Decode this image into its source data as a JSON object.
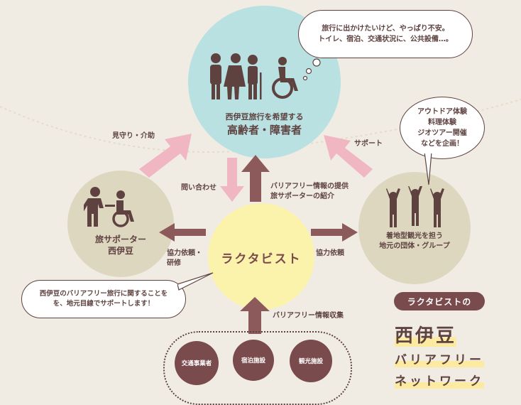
{
  "center": {
    "name": "ラクタビスト"
  },
  "top": {
    "line1": "西伊豆旅行を希望する",
    "line2": "高齢者・障害者",
    "bubble_line1": "旅行に出かけたいけど、やっぱり不安。",
    "bubble_line2": "トイレ、宿泊、交通状況に、公共設備…。"
  },
  "left": {
    "line1": "旅サポーター",
    "line2": "西伊豆"
  },
  "right": {
    "line1": "着地型観光を担う",
    "line2": "地元の団体・グループ",
    "bubble": [
      "アウトドア体験",
      "料理体験",
      "ジオツアー開催",
      "などを企画！"
    ]
  },
  "arrows": {
    "watch": "見守り・介助",
    "support": "サポート",
    "inquiry": "問い合わせ",
    "info1": "バリアフリー情報の提供",
    "info2": "旅サポーターの紹介",
    "coop_left1": "協力依頼・",
    "coop_left2": "研修",
    "coop_right": "協力依頼",
    "collect": "バリアフリー情報収集"
  },
  "bottom_bubble": {
    "line1": "西伊豆のバリアフリー旅行に関することを",
    "line2": "を、地元目線でサポートします！"
  },
  "partners": [
    "交通事業者",
    "宿泊施設",
    "観光施設"
  ],
  "brand": {
    "pill": "ラクタビストの",
    "line1": "西伊豆",
    "line2": "バリアフリー",
    "line3": "ネットワーク"
  },
  "colors": {
    "brown": "#5e4240",
    "pink": "#f0b7c3",
    "arrow_brown": "#8c5a5a",
    "sky": "#b9e1e2",
    "olive": "#ddd7bf",
    "yellow": "#fbf2ab"
  }
}
